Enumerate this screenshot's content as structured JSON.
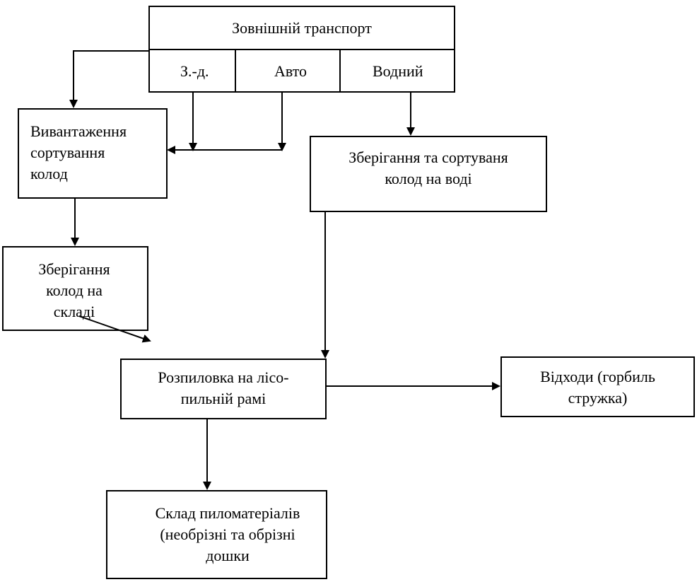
{
  "transport": {
    "title": "Зовнішній транспорт",
    "modes": [
      "З.-д.",
      "Авто",
      "Водний"
    ]
  },
  "nodes": {
    "unload": "Вивантаження\nсортування\n колод",
    "water_storage": "Зберігання та сортуваня\nколод на воді",
    "yard_storage": "Зберігання\nколод на\nскладі",
    "sawing": "Розпиловка на лісо-\nпильній рамі",
    "waste": "Відходи (горбиль\nстружка)",
    "lumber": "Склад пиломатеріалів\n  (необрізні та обрізні\nдошки"
  },
  "colors": {
    "line": "#000000",
    "background": "#ffffff"
  }
}
